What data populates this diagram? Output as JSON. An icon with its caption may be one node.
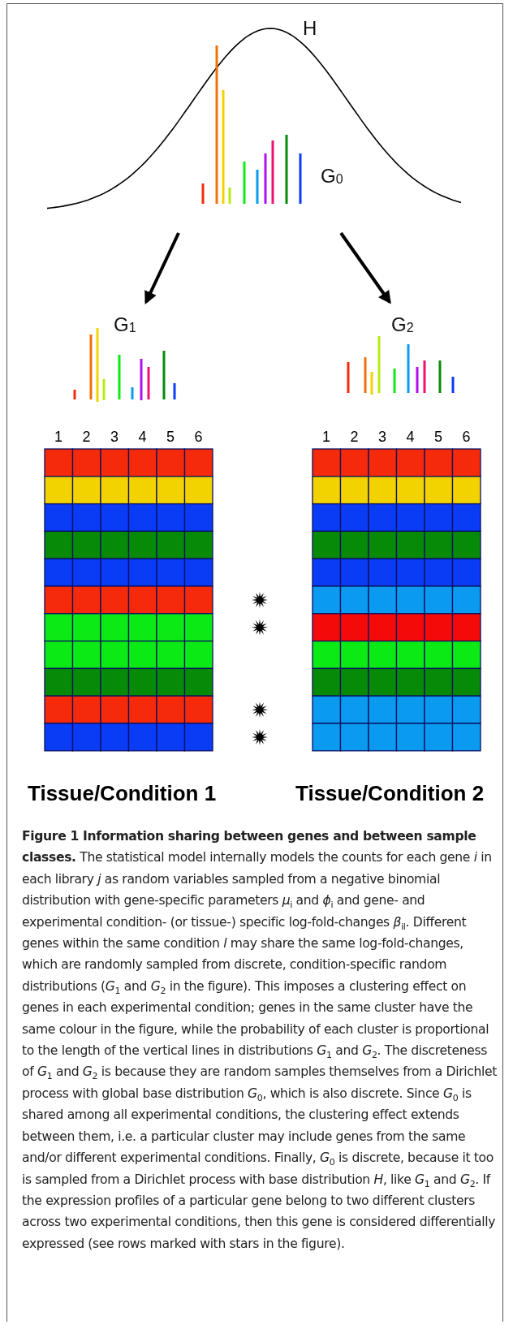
{
  "diagram": {
    "caption": "**Figure 1 Information sharing between genes and between sample classes.** The statistical model internally models the counts for each gene *i* in each library *j* as random variables sampled from a negative binomial distribution with gene-specific parameters *μ*$_{i}$ and *ϕ*$_{i}$ and gene- and experimental condition- (or tissue-) specific log-fold-changes *β*$_{il}$. Different genes within the same condition *l* may share the same log-fold-changes, which are randomly sampled from discrete, condition-specific random distributions (*G*$_{1}$ and *G*$_{2}$ in the figure). This imposes a clustering effect on genes in each experimental condition; genes in the same cluster have the same colour in the figure, while the probability of each cluster is proportional to the length of the vertical lines in distributions *G*$_{1}$ and *G*$_{2}$. The discreteness of *G*$_{1}$ and *G*$_{2}$ is because they are random samples themselves from a Dirichlet process with global base distribution *G*$_{0}$, which is also discrete. Since *G*$_{0}$ is shared among all experimental conditions, the clustering effect extends between them, i.e. a particular cluster may include genes from the same and/or different experimental conditions. Finally, *G*$_{0}$ is discrete, because it too is sampled from a Dirichlet process with base distribution *H*, like *G*$_{1}$ and *G*$_{2}$. If the expression profiles of a particular gene belong to two different clusters across two experimental conditions, then this gene is considered differentially expressed (see rows marked with stars in the figure).",
    "nodes": [
      {
        "text": [
          "H",
          "G$_{0}$"
        ]
      },
      {
        "text": [
          "G$_{1}$"
        ]
      },
      {
        "text": [
          "G$_{2}$"
        ]
      },
      {
        "text": [
          "Tissue/Condition 1"
        ]
      },
      {
        "text": [
          "Tissue/Condition 2"
        ]
      }
    ],
    "edges": [
      {
        "from": 0,
        "to": 1,
        "arrow": "to"
      },
      {
        "from": 0,
        "to": 2,
        "arrow": "to"
      }
    ],
    "labels": [
      "1",
      "2",
      "3",
      "4",
      "5",
      "6",
      "1",
      "2",
      "3",
      "4",
      "5",
      "6"
    ]
  }
}
